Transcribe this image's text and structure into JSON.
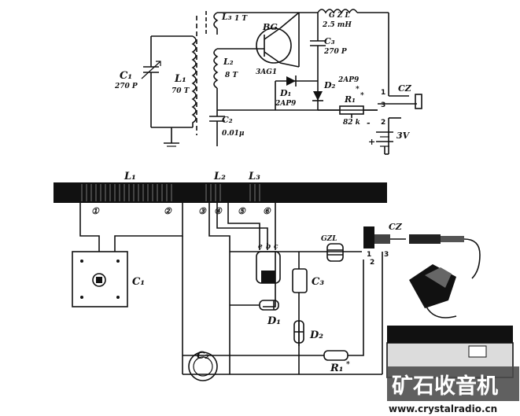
{
  "schematic": {
    "L3": "L₃",
    "L3_turns": "1 T",
    "BG": "BG",
    "BG_type": "3AG1",
    "GZL": "G Z L",
    "GZL_val": "2.5 mH",
    "C3": "C₃",
    "C3_val": "270 P",
    "C1": "C₁",
    "C1_val": "270 P",
    "L1": "L₁",
    "L1_turns": "70 T",
    "L2": "L₂",
    "L2_turns": "8 T",
    "D1": "D₁",
    "D1_type": "2AP9",
    "D2": "D₂",
    "D2_type": "2AP9",
    "D2_mark": "*",
    "R1": "R₁",
    "R1_val": "82 k",
    "R1_mark": "*",
    "C2": "C₂",
    "C2_val": "0.01μ",
    "CZ": "CZ",
    "pin1": "1",
    "pin2": "2",
    "pin3": "3",
    "battery": "3V",
    "plus": "+",
    "minus": "-"
  },
  "wiring": {
    "L1": "L₁",
    "L2": "L₂",
    "L3": "L₃",
    "taps": [
      "①",
      "②",
      "③",
      "④",
      "⑤",
      "⑥"
    ],
    "C1": "C₁",
    "C2": "C₂",
    "C3": "C₃",
    "D1": "D₁",
    "D2": "D₂",
    "R1": "R₁",
    "R1_mark": "*",
    "GZL": "GZL",
    "CZ": "CZ",
    "ebc": [
      "e",
      "b",
      "c"
    ],
    "pins": [
      "1",
      "2",
      "3"
    ]
  },
  "watermark": {
    "title": "矿石收音机",
    "url": "www.crystalradio.cn"
  }
}
